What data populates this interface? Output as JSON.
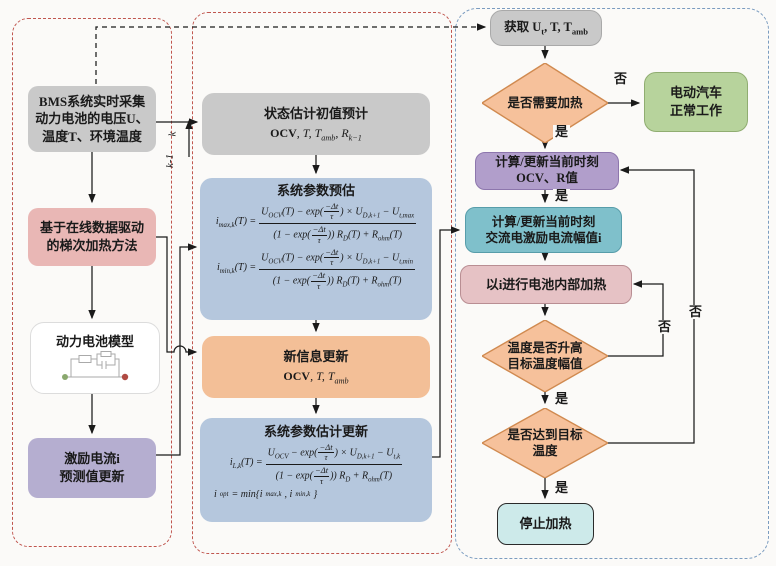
{
  "palette": {
    "gray_box": "#c9c9c9",
    "pink_box": "#e9b7b5",
    "purple_left_box": "#b5aed0",
    "blue_formula_box": "#b5c7dd",
    "orange_box": "#f3bf97",
    "green_box": "#b7d39c",
    "purple_right_box": "#b19ecb",
    "teal_box": "#7fc0cb",
    "pink_right_box": "#e6c2c5",
    "cyan_box": "#cdeaea",
    "diamond_fill": "#f6c19b",
    "diamond_border": "#d08a50",
    "red_dashed_border": "#c0564f",
    "blue_dashed_border": "#7b9cc0",
    "arrow": "#1a1a1a"
  },
  "iteration": {
    "k_prev": "k-1",
    "k_next": "k"
  },
  "left_panel": {
    "bms_box": {
      "line1": "BMS系统实时采集",
      "line2": "动力电池的电压U、",
      "line3": "温度T、环境温度"
    },
    "method_box": {
      "line1": "基于在线数据驱动",
      "line2": "的梯次加热方法"
    },
    "model_box": {
      "title": "动力电池模型"
    },
    "current_box": {
      "line1": "激励电流i",
      "line2": "预测值更新"
    }
  },
  "middle_panel": {
    "init_box": {
      "title": "状态估计初值预计",
      "vars": "*OCV*, T, T_{amb}, R_{k−1}"
    },
    "param_pred_box": {
      "title": "系统参数预估",
      "f1_lhs": "i_{max,k}(T) =",
      "f1_num": "U_{OCV}(T) − exp({f:−Δt|τ}) × U_{D,k+1} − U_{t,max}",
      "f1_den": "(1 − exp({f:−Δt|τ})) R_{D}(T) + R_{ohm}(T)",
      "f2_lhs": "i_{min,k}(T) =",
      "f2_num": "U_{OCV}(T) − exp({f:−Δt|τ}) × U_{D,k+1} − U_{t,min}",
      "f2_den": "(1 − exp({f:−Δt|τ})) R_{D}(T) + R_{ohm}(T)"
    },
    "info_box": {
      "title": "新信息更新",
      "vars": "*OCV*, T, T_{amb}"
    },
    "param_update_box": {
      "title": "系统参数估计更新",
      "f3_lhs": "i_{L,k}(T) =",
      "f3_num": "U_{OCV} − exp({f:−Δt|τ}) × U_{D,k+1} − U_{t,k}",
      "f3_den": "(1 − exp({f:−Δt|τ})) R_{D} + R_{ohm}(T)",
      "f4": "i_{opt} = min{i_{max,k} , i_{min,k}}"
    }
  },
  "right_panel": {
    "acquire_box": "获取 U_{t}, T, T_{amb}",
    "need_heat_diamond": "是否需要加热",
    "normal_box": {
      "line1": "电动汽车",
      "line2": "正常工作"
    },
    "update_ocv_box": {
      "line1": "计算/更新当前时刻",
      "line2": "*OCV*、R值"
    },
    "update_current_box": {
      "line1": "计算/更新当前时刻",
      "line2": "交流电激励电流幅值i"
    },
    "heat_box": "以i进行电池内部加热",
    "temp_rise_diamond": {
      "line1": "温度是否升高",
      "line2": "目标温度幅值"
    },
    "target_temp_diamond": {
      "line1": "是否达到目标",
      "line2": "温度"
    },
    "stop_box": "停止加热",
    "yes_label": "是",
    "no_label": "否"
  }
}
